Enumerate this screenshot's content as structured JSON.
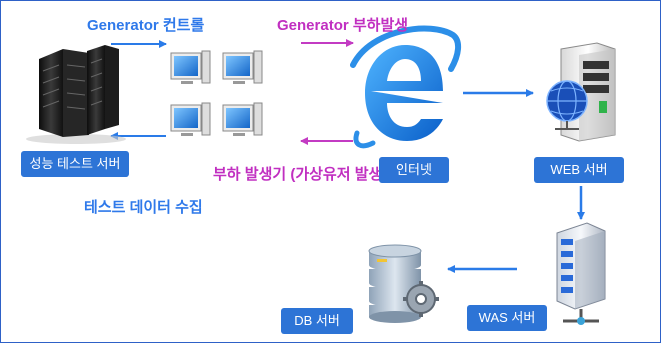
{
  "labels": {
    "generator_control": "Generator 컨트롤",
    "generator_load": "Generator 부하발생",
    "collect_test_data": "테스트 데이터 수집",
    "load_generator": "부하 발생기 (가상유저 발생)"
  },
  "badges": {
    "perf_server": "성능 테스트 서버",
    "internet": "인터넷",
    "web_server": "WEB 서버",
    "db_server": "DB 서버",
    "was_server": "WAS 서버"
  },
  "colors": {
    "blue_text": "#2f79ea",
    "magenta_text": "#c12fc1",
    "badge_blue": "#2d74d6",
    "badge_magenta": "#b93fcf",
    "arrow_blue": "#2a7be8",
    "arrow_magenta": "#c33bc3",
    "border": "#2e61c7"
  },
  "icons": [
    "server-rack-icon",
    "monitor-icon",
    "internet-explorer-icon",
    "web-server-icon",
    "was-server-icon",
    "database-icon"
  ]
}
